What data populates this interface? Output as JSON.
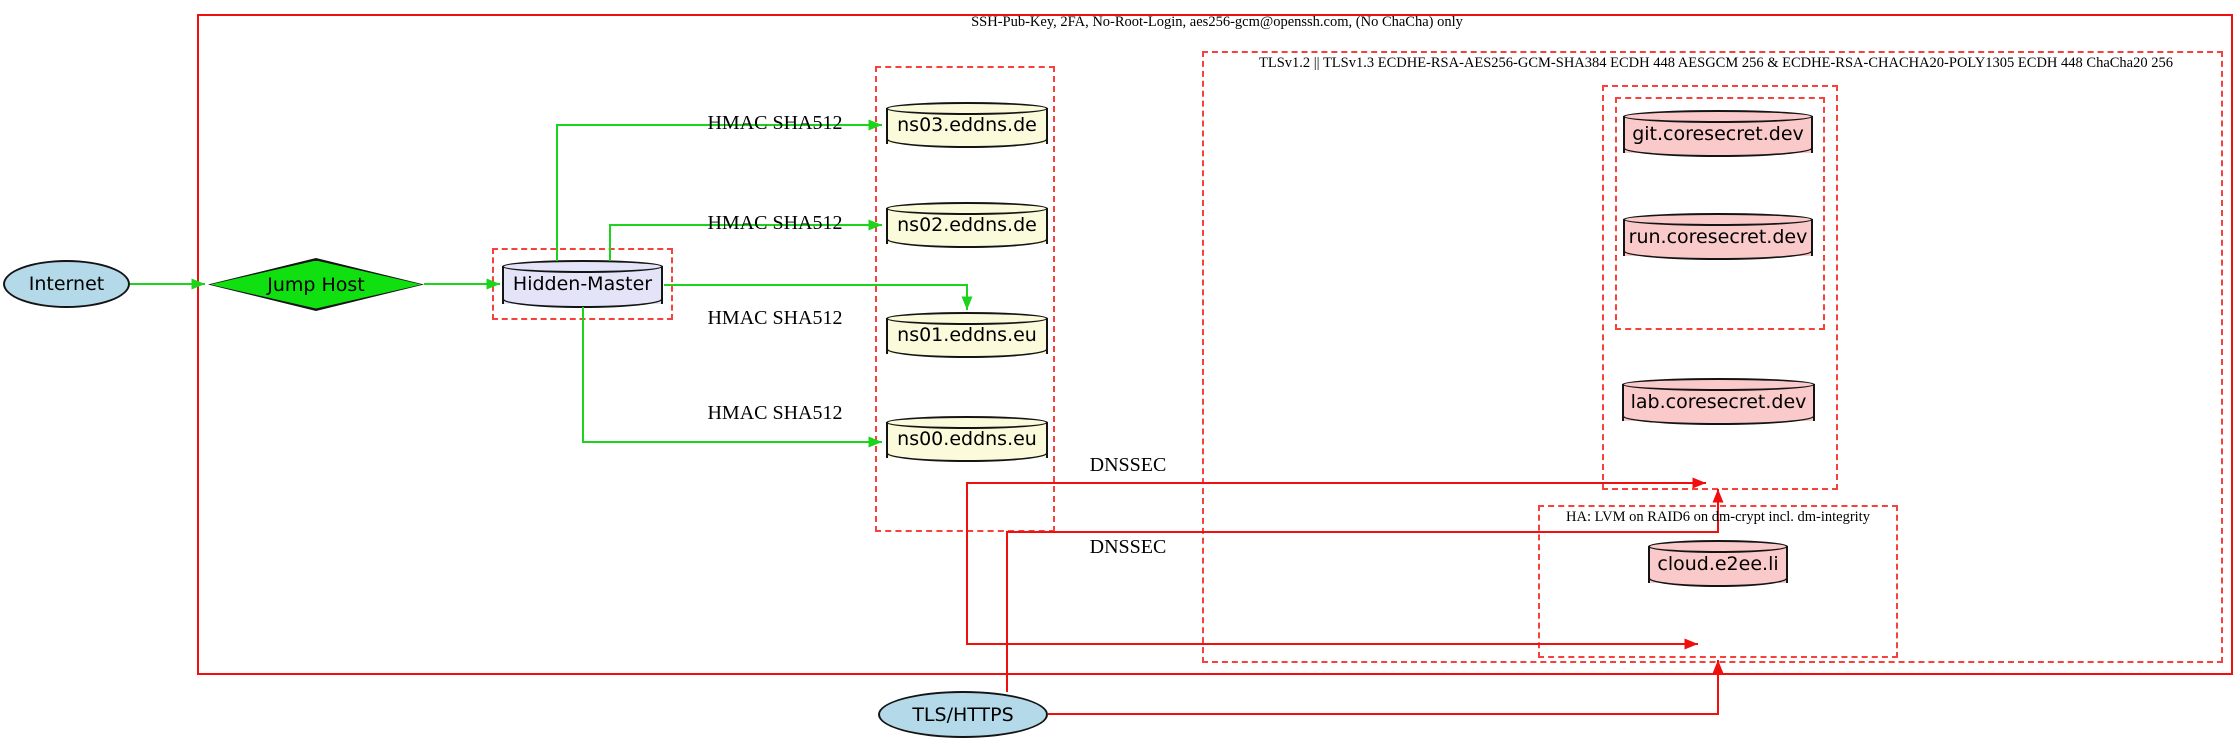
{
  "clusters": {
    "ssh_label": "SSH-Pub-Key, 2FA, No-Root-Login, aes256-gcm@openssh.com, (No ChaCha) only",
    "tls_label": "TLSv1.2 || TLSv1.3 ECDHE-RSA-AES256-GCM-SHA384 ECDH 448 AESGCM 256 & ECDHE-RSA-CHACHA20-POLY1305 ECDH 448 ChaCha20 256",
    "ha_label": "HA: LVM on RAID6 on dm-crypt incl. dm-integrity"
  },
  "nodes": {
    "internet": "Internet",
    "jump_host": "Jump Host",
    "hidden_master": "Hidden-Master",
    "ns03": "ns03.eddns.de",
    "ns02": "ns02.eddns.de",
    "ns01": "ns01.eddns.eu",
    "ns00": "ns00.eddns.eu",
    "git": "git.coresecret.dev",
    "run": "run.coresecret.dev",
    "lab": "lab.coresecret.dev",
    "cloud": "cloud.e2ee.li",
    "tls_https": "TLS/HTTPS"
  },
  "edge_labels": {
    "hmac": "HMAC SHA512",
    "dnssec": "DNSSEC"
  },
  "colors": {
    "edge_green": "#1bd41b",
    "edge_red": "#f10e0e",
    "cluster_border_red": "#f5423c",
    "node_border": "#141414",
    "internet_fill": "#b4d9e9",
    "jump_host_fill": "#10e010",
    "hidden_master_fill": "#e4e4f9",
    "nameserver_fill": "#fbfbdc",
    "secret_fill": "#fac9c9",
    "tls_https_fill": "#b4d9e9"
  }
}
